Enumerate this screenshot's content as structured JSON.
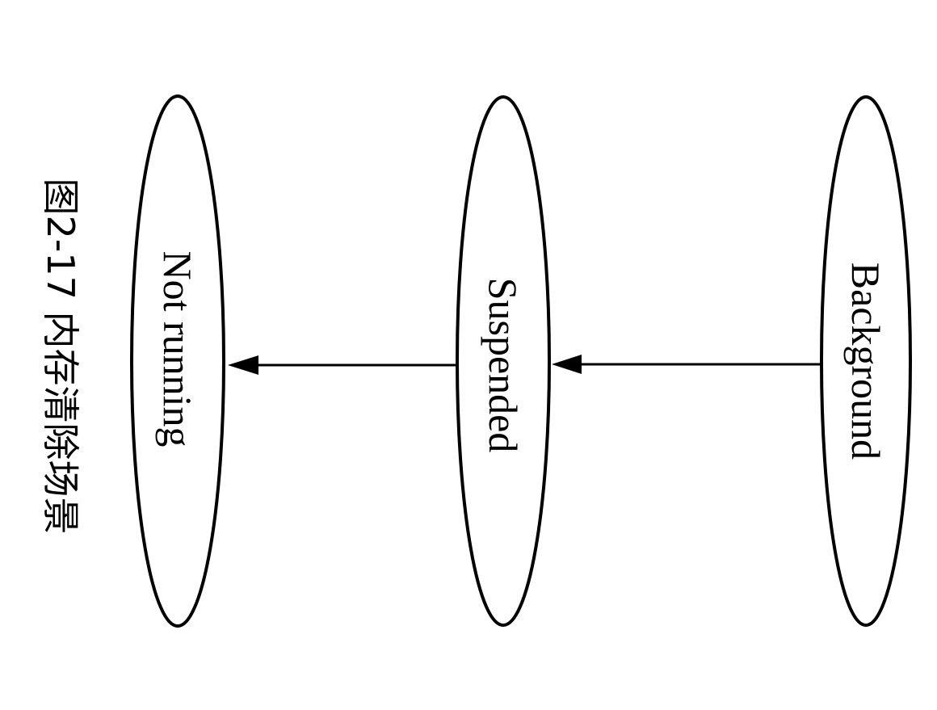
{
  "caption": "图2-17 内存清除场景",
  "states": {
    "background": {
      "label": "Background"
    },
    "suspended": {
      "label": "Suspended"
    },
    "not_running": {
      "label": "Not running"
    }
  },
  "transitions": [
    {
      "from": "Background",
      "to": "Suspended"
    },
    {
      "from": "Suspended",
      "to": "Not running"
    }
  ],
  "colors": {
    "stroke": "#000000",
    "background": "#ffffff"
  }
}
